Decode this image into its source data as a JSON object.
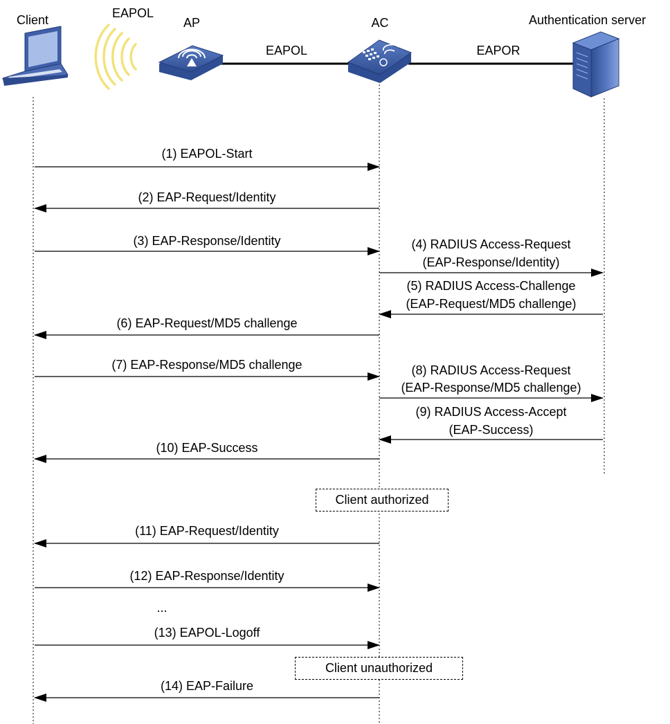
{
  "entities": {
    "client": "Client",
    "ap": "AP",
    "ac": "AC",
    "server": "Authentication server"
  },
  "links": {
    "wireless": "EAPOL",
    "ap_ac": "EAPOL",
    "ac_server": "EAPOR"
  },
  "messages": [
    {
      "id": 1,
      "lines": [
        "(1) EAPOL-Start"
      ],
      "from": "client",
      "to": "ac"
    },
    {
      "id": 2,
      "lines": [
        "(2) EAP-Request/Identity"
      ],
      "from": "ac",
      "to": "client"
    },
    {
      "id": 3,
      "lines": [
        "(3) EAP-Response/Identity"
      ],
      "from": "client",
      "to": "ac"
    },
    {
      "id": 4,
      "lines": [
        "(4) RADIUS Access-Request",
        "(EAP-Response/Identity)"
      ],
      "from": "ac",
      "to": "server"
    },
    {
      "id": 5,
      "lines": [
        "(5) RADIUS Access-Challenge",
        "(EAP-Request/MD5 challenge)"
      ],
      "from": "server",
      "to": "ac"
    },
    {
      "id": 6,
      "lines": [
        "(6) EAP-Request/MD5 challenge"
      ],
      "from": "ac",
      "to": "client"
    },
    {
      "id": 7,
      "lines": [
        "(7) EAP-Response/MD5 challenge"
      ],
      "from": "client",
      "to": "ac"
    },
    {
      "id": 8,
      "lines": [
        "(8) RADIUS Access-Request",
        "(EAP-Response/MD5 challenge)"
      ],
      "from": "ac",
      "to": "server"
    },
    {
      "id": 9,
      "lines": [
        "(9) RADIUS Access-Accept",
        "(EAP-Success)"
      ],
      "from": "server",
      "to": "ac"
    },
    {
      "id": 10,
      "lines": [
        "(10) EAP-Success"
      ],
      "from": "ac",
      "to": "client"
    },
    {
      "id": 11,
      "lines": [
        "(11) EAP-Request/Identity"
      ],
      "from": "ac",
      "to": "client"
    },
    {
      "id": 12,
      "lines": [
        "(12) EAP-Response/Identity"
      ],
      "from": "client",
      "to": "ac"
    },
    {
      "id": 13,
      "lines": [
        "(13) EAPOL-Logoff"
      ],
      "from": "client",
      "to": "ac"
    },
    {
      "id": 14,
      "lines": [
        "(14) EAP-Failure"
      ],
      "from": "ac",
      "to": "client"
    }
  ],
  "ellipsis": "...",
  "states": {
    "authorized": "Client authorized",
    "unauthorized": "Client unauthorized"
  },
  "icons": {
    "client": "laptop-icon",
    "ap": "access-point-icon",
    "ac": "access-controller-icon",
    "server": "server-icon",
    "wireless": "wireless-signal-icon"
  },
  "colors": {
    "device_blue": "#3f5fa8",
    "signal_yellow": "#f2e27a"
  }
}
